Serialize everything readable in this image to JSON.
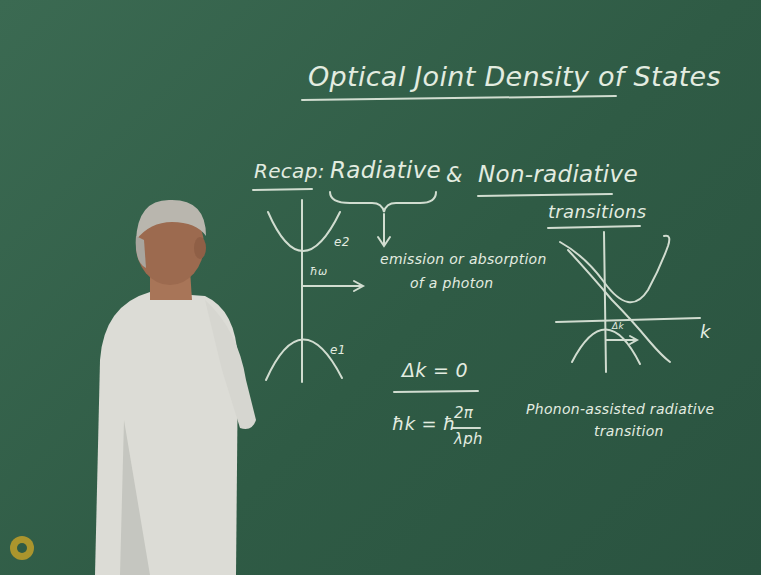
{
  "diagram": {
    "title": "Optical Joint Density of States",
    "labels": [
      "Recap:",
      "Radiative",
      "&",
      "Non-radiative",
      "transitions",
      "e2",
      "ħω",
      "e1",
      "emission or absorption",
      "of a photon",
      "Δk = 0",
      "ħk = ħ",
      "2π",
      "λph",
      "k",
      "Δk",
      "Phonon-assisted radiative",
      "transition"
    ]
  }
}
